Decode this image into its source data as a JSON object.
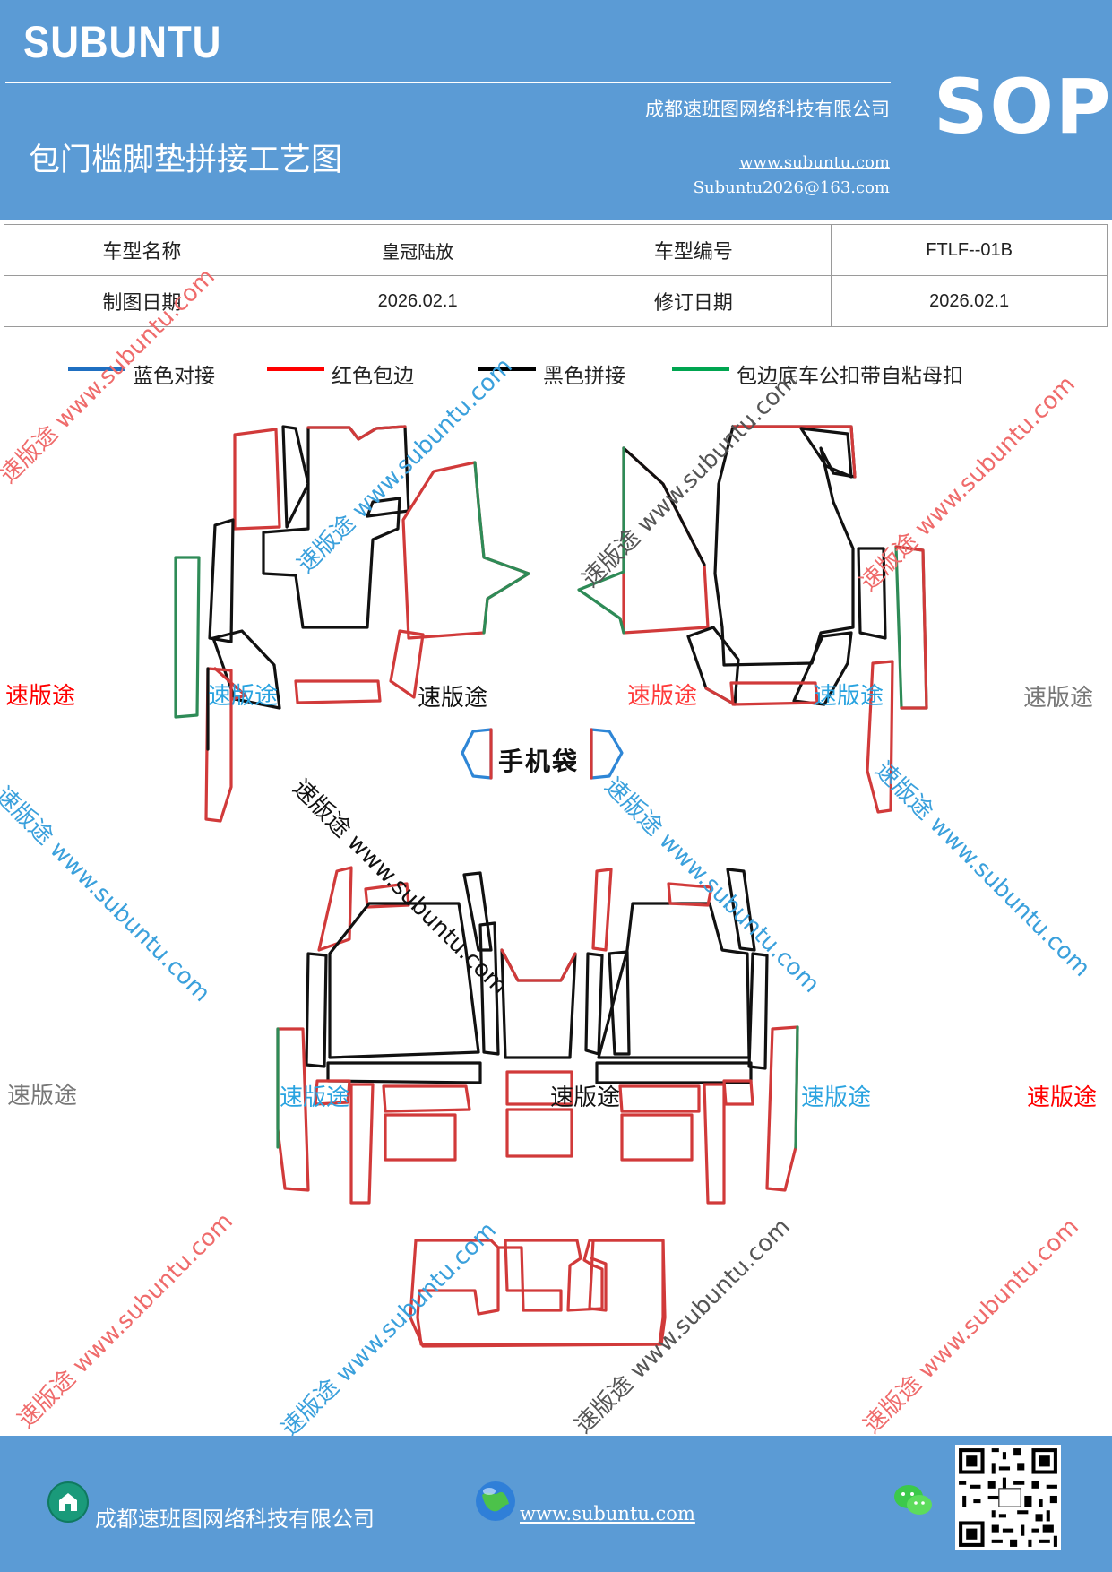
{
  "header": {
    "brand": "SUBUNTU",
    "company": "成都速班图网络科技有限公司",
    "title": "包门槛脚垫拼接工艺图",
    "website": "www.subuntu.com",
    "email": "Subuntu2026@163.com",
    "sop": "SOP"
  },
  "info": {
    "model_name_label": "车型名称",
    "model_name": "皇冠陆放",
    "model_code_label": "车型编号",
    "model_code": "FTLF--01B",
    "draw_date_label": "制图日期",
    "draw_date": "2026.02.1",
    "revise_date_label": "修订日期",
    "revise_date": "2026.02.1"
  },
  "legend": [
    {
      "label": "蓝色对接",
      "color": "#1f6fc1"
    },
    {
      "label": "红色包边",
      "color": "#ff0000"
    },
    {
      "label": "黑色拼接",
      "color": "#000000"
    },
    {
      "label": "包边底车公扣带自粘母扣",
      "color": "#00a550"
    }
  ],
  "colors": {
    "blue_edge": "#2e86d6",
    "red_edge": "#d13a3a",
    "green_edge": "#2e8b57",
    "black_edge": "#111111"
  },
  "drawing": {
    "phone_pocket_label": "手机袋"
  },
  "watermarks": {
    "brand_cn": "速版途",
    "url": "www.subuntu.com",
    "diag": "速版途 www.subuntu.com"
  },
  "footer": {
    "company": "成都速班图网络科技有限公司",
    "website": "www.subuntu.com",
    "icons": [
      "company-icon",
      "globe-icon",
      "wechat-icon",
      "qr-code"
    ]
  }
}
